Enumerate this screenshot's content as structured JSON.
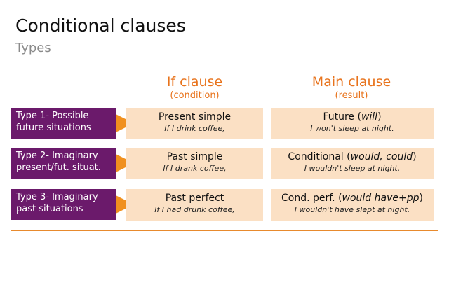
{
  "slide": {
    "title": "Conditional clauses",
    "subtitle": "Types"
  },
  "columns": {
    "if": {
      "heading": "If clause",
      "sub": "(condition)"
    },
    "main": {
      "heading": "Main clause",
      "sub": "(result)"
    }
  },
  "rows": [
    {
      "type_line1": "Type 1- Possible",
      "type_line2": "future situations",
      "if_tense": "Present simple",
      "if_example": "If I drink coffee,",
      "main_tense_prefix": "Future (",
      "main_tense_em": "will",
      "main_tense_suffix": ")",
      "main_example": "I won't sleep at night."
    },
    {
      "type_line1": "Type 2- Imaginary",
      "type_line2": "present/fut. situat.",
      "if_tense": "Past simple",
      "if_example": "If I drank coffee,",
      "main_tense_prefix": "Conditional (",
      "main_tense_em": "would, could",
      "main_tense_suffix": ")",
      "main_example": "I wouldn't sleep at night."
    },
    {
      "type_line1": "Type 3- Imaginary",
      "type_line2": "past situations",
      "if_tense": "Past perfect",
      "if_example": "If I had drunk coffee,",
      "main_tense_prefix": "Cond. perf. (",
      "main_tense_em": "would have+pp",
      "main_tense_suffix": ")",
      "main_example": "I wouldn't have slept at night."
    }
  ],
  "colors": {
    "accent_orange": "#e8731c",
    "arrow_orange": "#f0901e",
    "type_purple": "#6b1a6b",
    "cell_peach": "#fbe0c4"
  }
}
